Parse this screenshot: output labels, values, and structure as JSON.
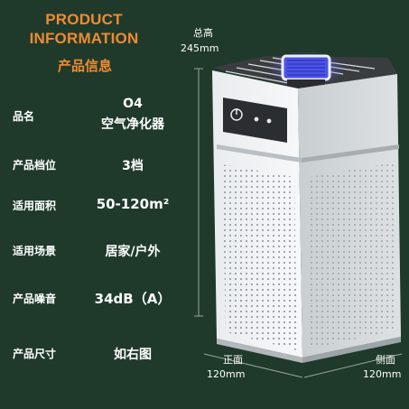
{
  "header": {
    "title_line1": "PRODUCT",
    "title_line2": "INFORMATION",
    "title_zh": "产品信息"
  },
  "specs": [
    {
      "label": "品名",
      "value": "O4",
      "value2": "空气净化器"
    },
    {
      "label": "产品档位",
      "value": "3档"
    },
    {
      "label": "适用面积",
      "value": "50-120m²"
    },
    {
      "label": "适用场景",
      "value": "居家/户外"
    },
    {
      "label": "产品噪音",
      "value": "34dB（A）"
    },
    {
      "label": "产品尺寸",
      "value": "如右图"
    }
  ],
  "dimensions": {
    "height_label": "总高",
    "height_value": "245mm",
    "front_label": "正面",
    "front_value": "120mm",
    "side_label": "侧面",
    "side_value": "120mm"
  },
  "colors": {
    "background": "#1f3a2a",
    "accent": "#f08a32",
    "text": "#ffffff",
    "uv_light": "#4b54e8"
  }
}
